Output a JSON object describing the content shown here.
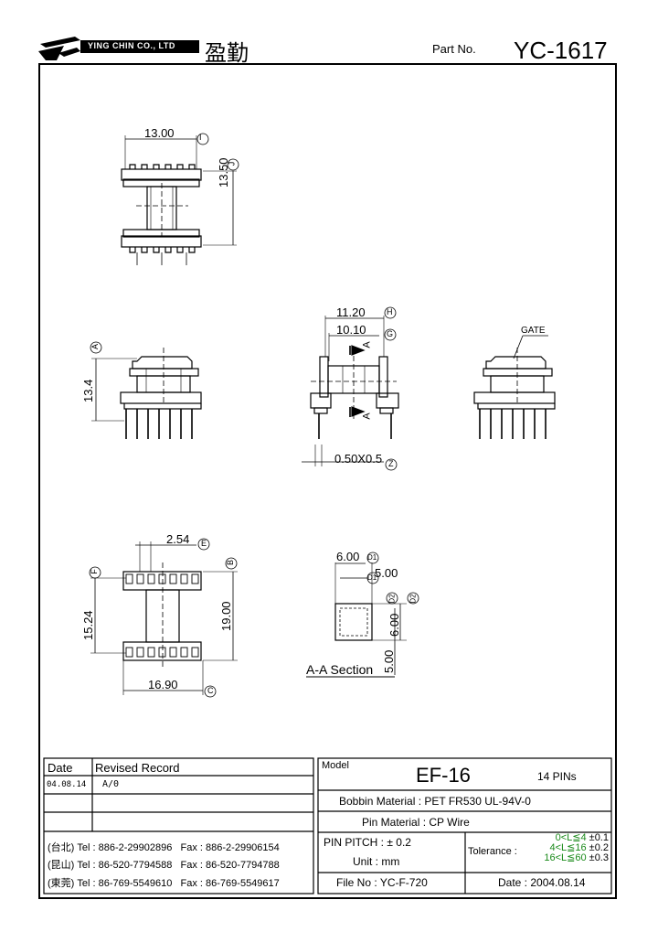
{
  "header": {
    "company_en": "YING CHIN CO., LTD",
    "company_cn": "盈勤",
    "part_no_label": "Part No.",
    "part_no": "YC-1617"
  },
  "dimensions": {
    "top_width": "13.00",
    "top_width_ref": "I",
    "top_height": "13.50",
    "top_height_ref": "J",
    "side_height": "13.4",
    "side_height_ref": "A",
    "mid_outer": "11.20",
    "mid_outer_ref": "H",
    "mid_inner": "10.10",
    "mid_inner_ref": "G",
    "section_mark": "A",
    "pin_size": "0.50X0.5",
    "pin_size_ref": "Z",
    "gate_label": "GATE",
    "pitch": "2.54",
    "pitch_ref": "E",
    "row_spacing": "15.24",
    "row_spacing_ref": "F",
    "bottom_height": "19.00",
    "bottom_height_ref": "B",
    "bottom_width": "16.90",
    "bottom_width_ref": "C",
    "core_d1": "6.00",
    "core_d1_ref": "D1",
    "core_d1b": "5.00",
    "core_d1b_ref": "D1",
    "core_d2": "6.00",
    "core_d2_ref": "D2",
    "core_d2b": "5.00",
    "core_d2b_ref": "D2",
    "section_title": "A-A Section"
  },
  "revision": {
    "date_header": "Date",
    "record_header": "Revised Record",
    "rows": [
      {
        "date": "04.08.14",
        "record": "A/0"
      }
    ]
  },
  "contacts": [
    {
      "loc": "(台北)",
      "tel": "Tel : 886-2-29902896",
      "fax": "Fax : 886-2-29906154"
    },
    {
      "loc": "(昆山)",
      "tel": "Tel : 86-520-7794588",
      "fax": "Fax : 86-520-7794788"
    },
    {
      "loc": "(東莞)",
      "tel": "Tel : 86-769-5549610",
      "fax": "Fax : 86-769-5549617"
    }
  ],
  "spec": {
    "model_label": "Model",
    "model": "EF-16",
    "pins": "14 PINs",
    "bobbin_label": "Bobbin Material :",
    "bobbin": "PET FR530 UL-94V-0",
    "pin_mat_label": "Pin Material :",
    "pin_mat": "CP Wire",
    "pitch_label": "PIN PITCH :",
    "pitch": "± 0.2",
    "unit_label": "Unit :",
    "unit": "mm",
    "tolerance_label": "Tolerance :",
    "tol_rows": [
      {
        "range": "0<L≦4",
        "tol": "±0.1"
      },
      {
        "range": "4<L≦16",
        "tol": "±0.2"
      },
      {
        "range": "16<L≦60",
        "tol": "±0.3"
      }
    ],
    "file_label": "File No :",
    "file": "YC-F-720",
    "date_label": "Date :",
    "date": "2004.08.14"
  }
}
